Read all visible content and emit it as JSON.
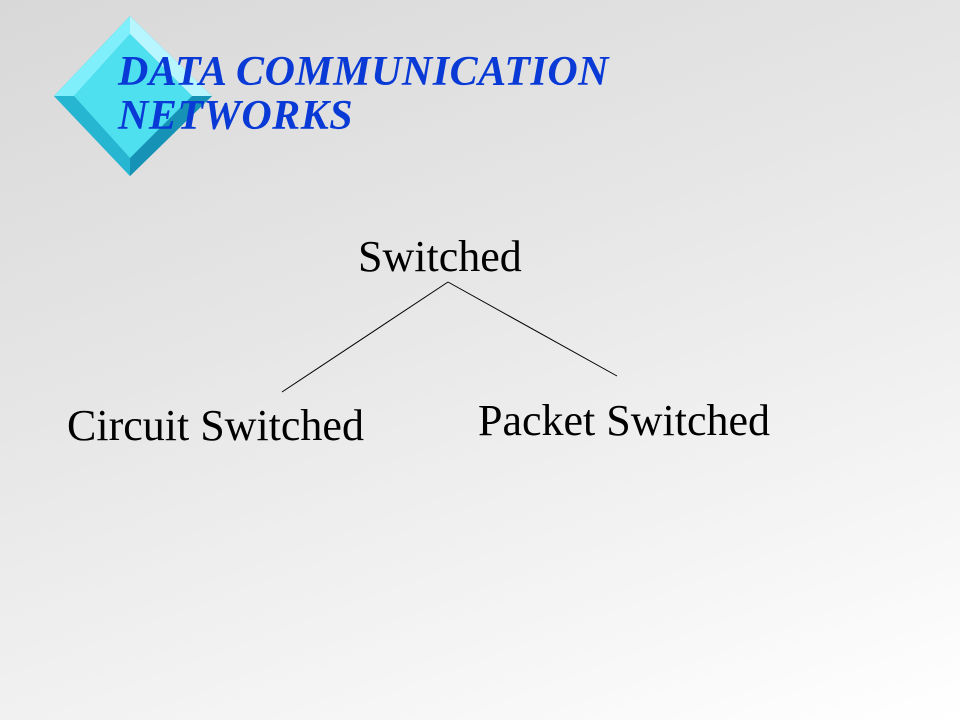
{
  "slide": {
    "title": "DATA COMMUNICATION NETWORKS",
    "decoration_icon": "diamond-bullet-icon",
    "colors": {
      "title": "#0a3ad6",
      "diamond_face": "#4fe0f0",
      "diamond_edge": "#1b9fc0",
      "diamond_light": "#b8f6ff",
      "text": "#000000",
      "lines": "#000000"
    }
  },
  "diagram": {
    "root": "Switched",
    "children": [
      "Circuit Switched",
      "Packet Switched"
    ]
  }
}
